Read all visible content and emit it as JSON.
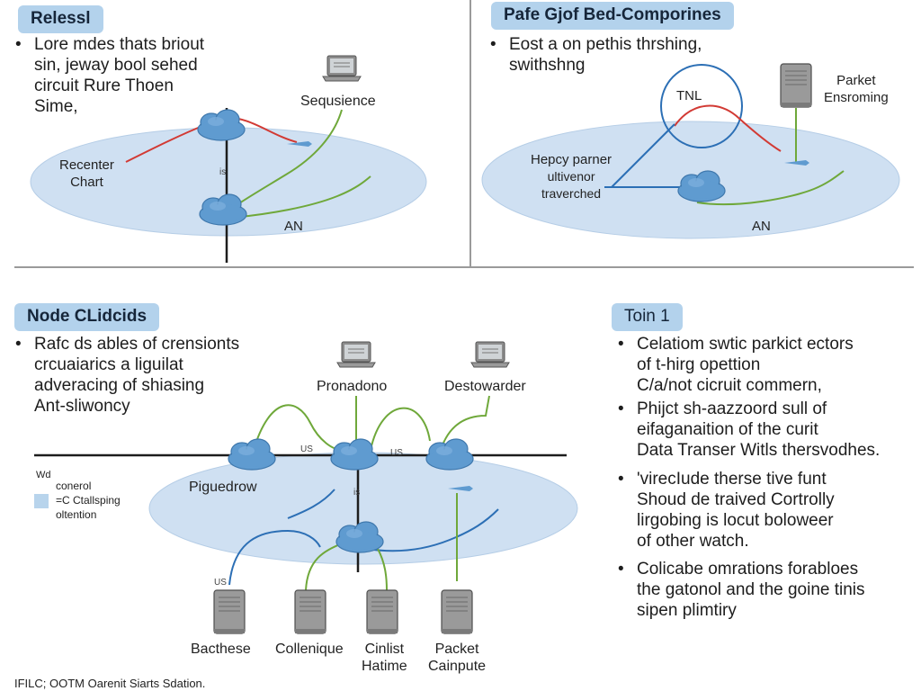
{
  "panel_tl": {
    "title": "Relessl",
    "bullet_lines": [
      "Lore mdes thats briout",
      "sin, jeway bool sehed",
      "circuit Rure Thoen",
      "Sime,"
    ],
    "labels": {
      "sequence": "Sequsience",
      "center_chart": [
        "Recenter",
        "Chart"
      ],
      "axis_mark": "is",
      "an": "AN"
    }
  },
  "panel_tr": {
    "title": "Pafe Gjof Bed-Comporines",
    "bullet_lines": [
      "Eost a on pethis thrshing,",
      "swithshng"
    ],
    "labels": {
      "tnl": "TNL",
      "parket": [
        "Parket",
        "Ensroming"
      ],
      "hepcy": [
        "Hepcy parner",
        "ultivenor",
        "traverched"
      ],
      "an": "AN"
    }
  },
  "panel_bl": {
    "title": "Node CLidcids",
    "bullet_lines": [
      "Rafc ds ables of crensionts",
      "crcuaiarics a liguilat",
      "adveracing of shiasing",
      "Ant-sliwoncy"
    ],
    "labels": {
      "pronadono": "Pronadono",
      "destowarder": "Destowarder",
      "pigue_drow": "Piguedrow",
      "us1": "US",
      "us2": "US",
      "is": "is",
      "us_left": "US",
      "legend_num": "Wd",
      "legend_lines": [
        "conerol",
        "=C Ctallsping",
        "oltention"
      ],
      "servers": [
        [
          "Bacthese"
        ],
        [
          "Collenique"
        ],
        [
          "Cinlist",
          "Hatime"
        ],
        [
          "Packet",
          "Cainpute"
        ]
      ]
    }
  },
  "panel_br": {
    "title": "Toin 1",
    "bullets": [
      [
        "Celatiom swtic parkict ectors",
        "of t-hirg opettion",
        "C/a/not cicruit commern,"
      ],
      [
        "Phijct sh-aazzoord sull of",
        "eifaganaition of the curit",
        "Data Transer Witls thersvodhes."
      ],
      [
        "'virecIude therse tive funt",
        "Shoud de traived Cortrolly",
        "lirgobing is locut boloweer",
        "of other watch."
      ],
      [
        "Colicabe omrations forabloes",
        "the gatonol and the goine tinis",
        "sipen plimtiry"
      ]
    ]
  },
  "footer": "IFILC; OOTM Oarenit Siarts Sdation.",
  "colors": {
    "tag_bg": "#b3d2ec",
    "ellipse": "#cfe0f2",
    "cloud": "#5f9bd0",
    "red_link": "#d23a34",
    "green_link": "#6fa83a",
    "blue_link": "#2c6fb5"
  }
}
